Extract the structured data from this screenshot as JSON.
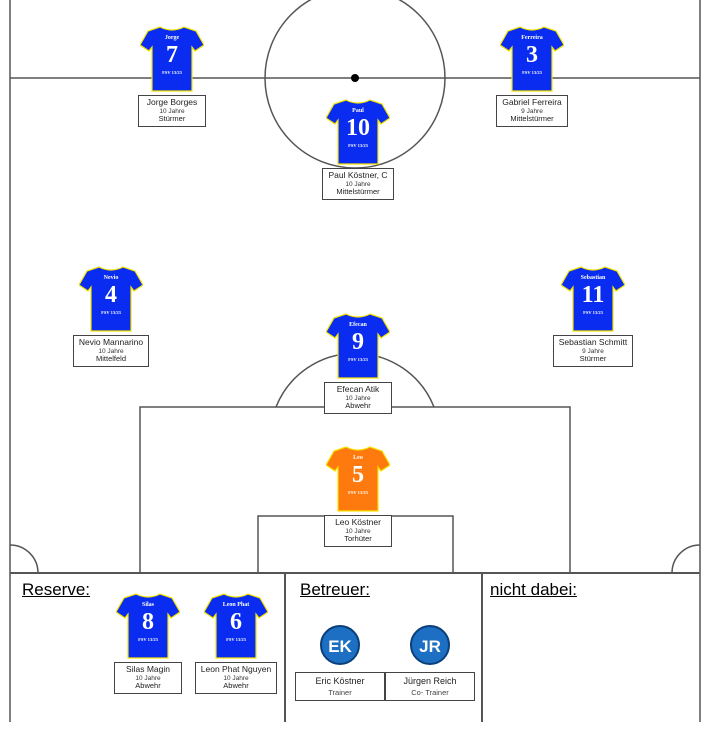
{
  "colors": {
    "field_jersey": "#0a2cf0",
    "keeper_jersey": "#ff7a0e",
    "trim": "#f5e400",
    "coach_circle": "#1c6fc2"
  },
  "club": "FSV 13/23",
  "players": [
    {
      "id": "jorge",
      "shirt_name": "Jorge",
      "number": "7",
      "name": "Jorge Borges",
      "age": "10 Jahre",
      "position": "Stürmer"
    },
    {
      "id": "ferreira",
      "shirt_name": "Ferreira",
      "number": "3",
      "name": "Gabriel Ferreira",
      "age": "9 Jahre",
      "position": "Mittelstürmer"
    },
    {
      "id": "paul",
      "shirt_name": "Paul",
      "number": "10",
      "name": "Paul Köstner, C",
      "age": "10 Jahre",
      "position": "Mittelstürmer"
    },
    {
      "id": "nevio",
      "shirt_name": "Nevio",
      "number": "4",
      "name": "Nevio Mannarino",
      "age": "10 Jahre",
      "position": "Mittelfeld"
    },
    {
      "id": "sebastian",
      "shirt_name": "Sebastian",
      "number": "11",
      "name": "Sebastian Schmitt",
      "age": "9 Jahre",
      "position": "Stürmer"
    },
    {
      "id": "efecan",
      "shirt_name": "Efecan",
      "number": "9",
      "name": "Efecan Atik",
      "age": "10 Jahre",
      "position": "Abwehr"
    },
    {
      "id": "leo",
      "shirt_name": "Leo",
      "number": "5",
      "name": "Leo Köstner",
      "age": "10 Jahre",
      "position": "Torhüter"
    }
  ],
  "reserve": {
    "title": "Reserve:",
    "players": [
      {
        "id": "silas",
        "shirt_name": "Silas",
        "number": "8",
        "name": "Silas Magin",
        "age": "10 Jahre",
        "position": "Abwehr"
      },
      {
        "id": "leonphat",
        "shirt_name": "Leon Phat",
        "number": "6",
        "name": "Leon Phat Nguyen",
        "age": "10 Jahre",
        "position": "Abwehr"
      }
    ]
  },
  "staff": {
    "title": "Betreuer:",
    "members": [
      {
        "initials": "EK",
        "name": "Eric Köstner",
        "role": "Trainer"
      },
      {
        "initials": "JR",
        "name": "Jürgen Reich",
        "role": "Co- Trainer"
      }
    ]
  },
  "absent": {
    "title": "nicht dabei:"
  }
}
